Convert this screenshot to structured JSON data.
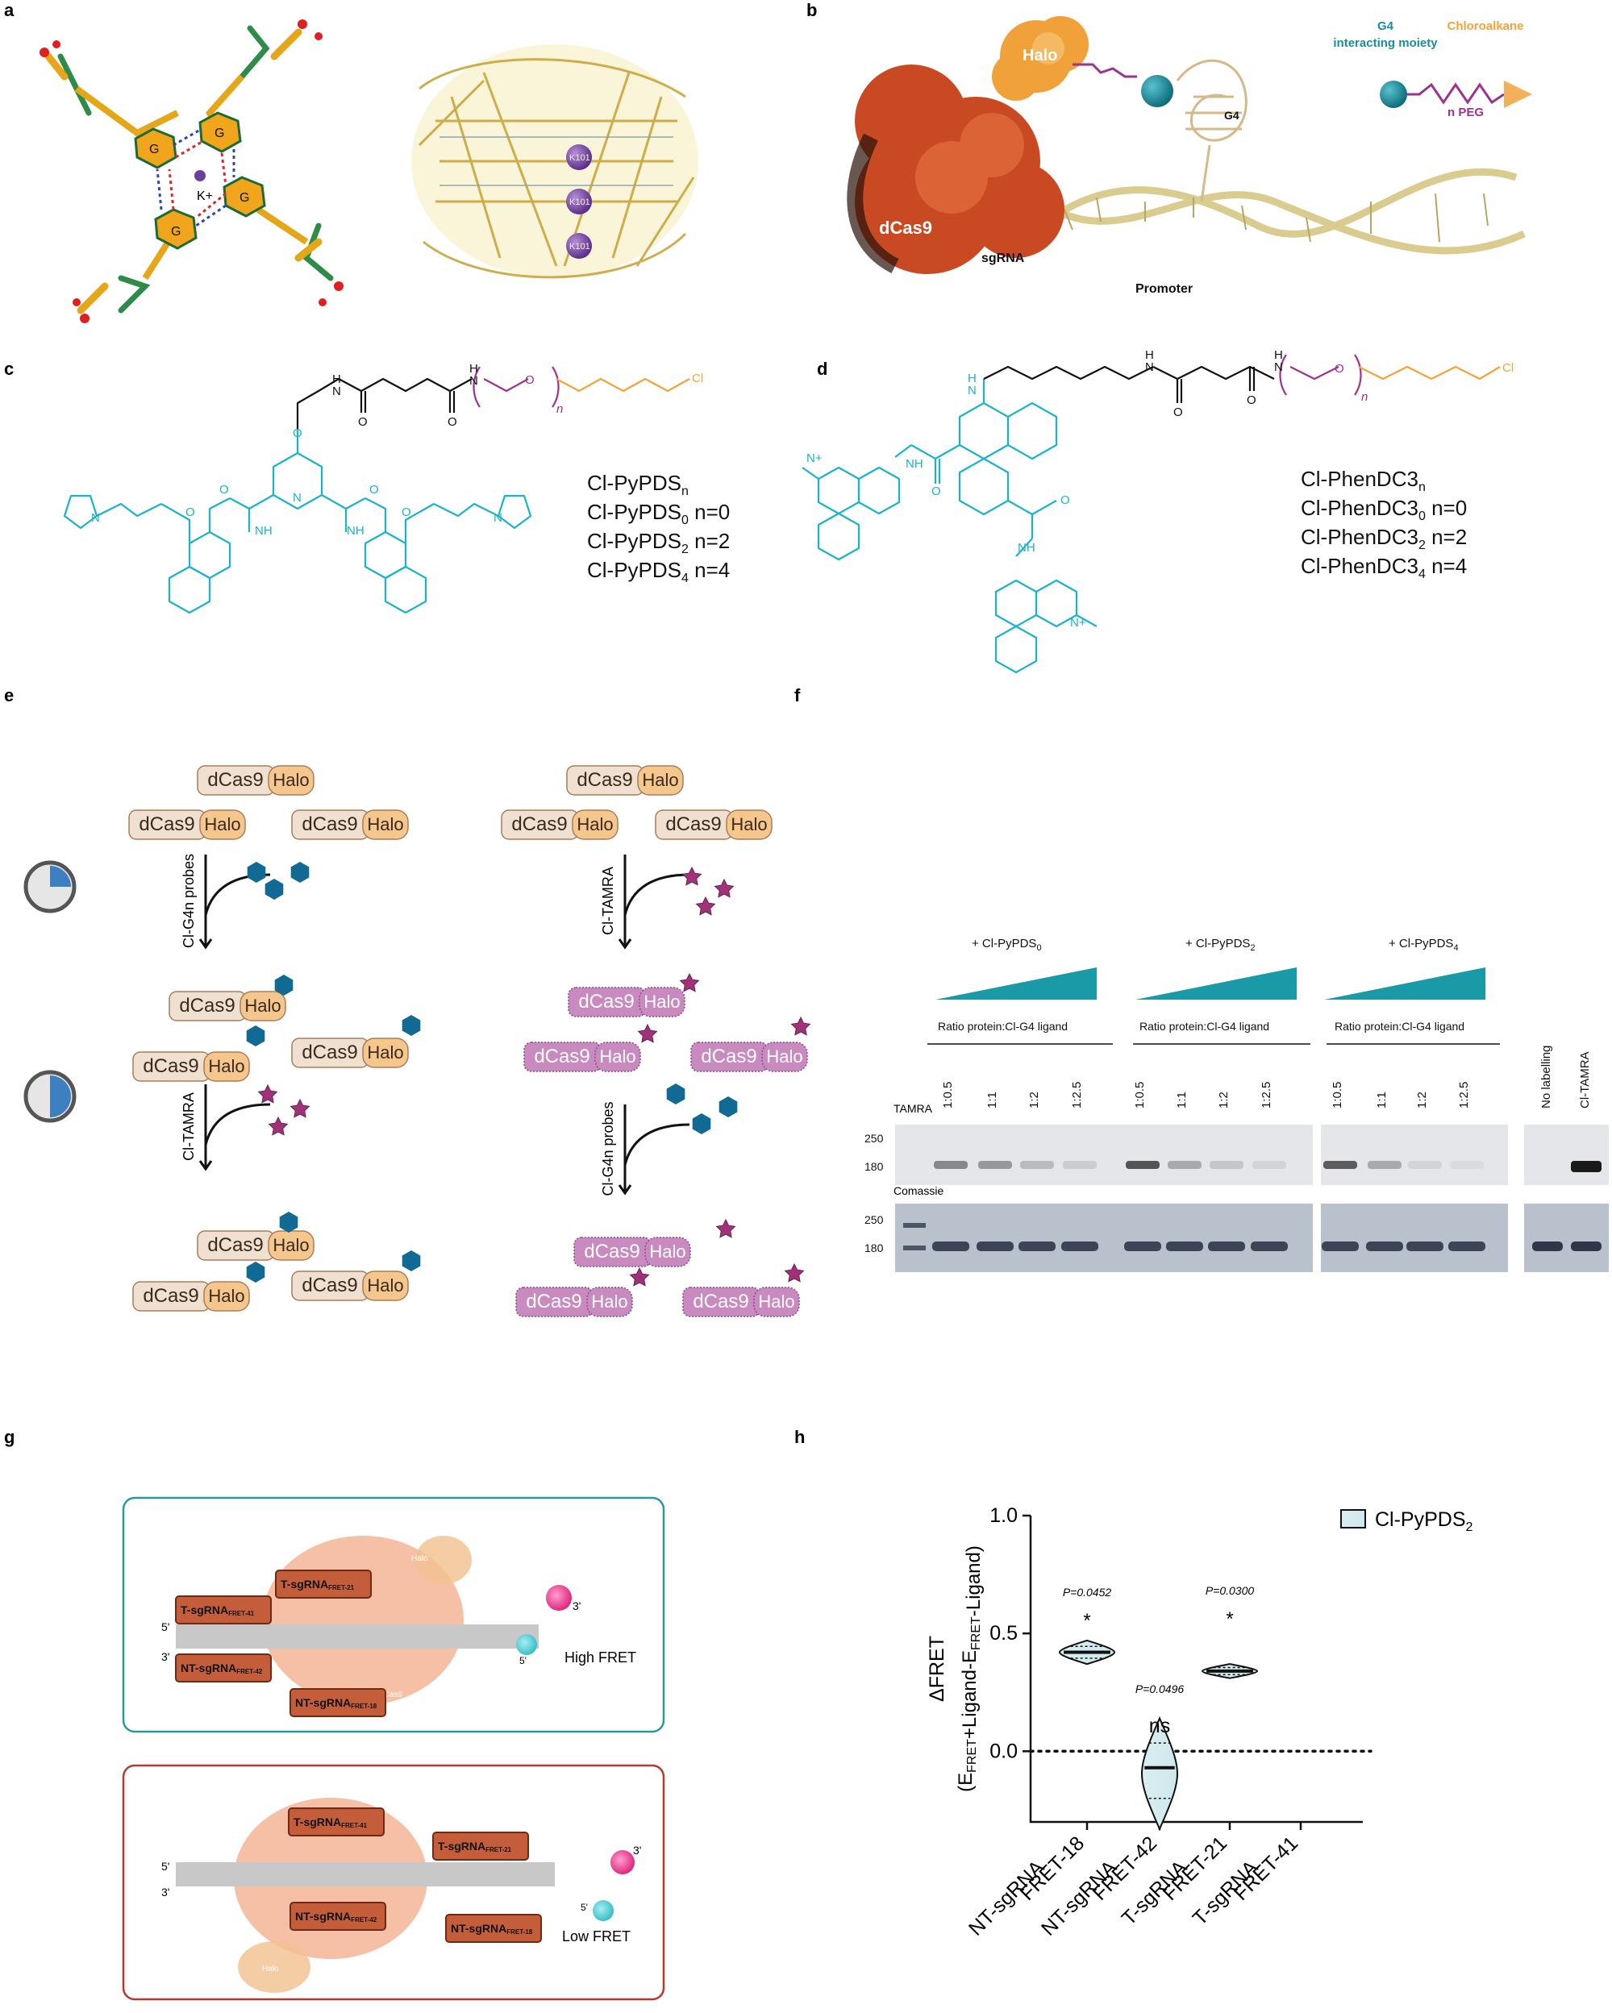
{
  "panels": {
    "a": "a",
    "b": "b",
    "c": "c",
    "d": "d",
    "e": "e",
    "f": "f",
    "g": "g",
    "h": "h"
  },
  "panel_a": {
    "base": "G",
    "ion": "K+",
    "k_label": "K101"
  },
  "panel_b": {
    "halo": "Halo",
    "dcas9": "dCas9",
    "sgrna": "sgRNA",
    "g4": "G4",
    "promoter": "Promoter",
    "legend_interacting_line1": "G4",
    "legend_interacting_line2": "interacting moiety",
    "legend_chloroalkane": "Chloroalkane",
    "legend_npeg": "n PEG",
    "colors": {
      "teal": "#1b8c9c",
      "orange": "#f2a33a",
      "purple": "#a0328f",
      "red_protein": "#d4471f"
    }
  },
  "panel_c": {
    "atoms": {
      "H": "H",
      "N": "N",
      "O": "O",
      "Cl": "Cl",
      "n": "n",
      "NH": "NH"
    },
    "names": [
      "Cl-PyPDSn",
      "Cl-PyPDS0 n=0",
      "Cl-PyPDS2 n=2",
      "Cl-PyPDS4 n=4"
    ],
    "name_base": "Cl-PyPDS",
    "subs": [
      "n",
      "0",
      "2",
      "4"
    ],
    "suffix": [
      "",
      " n=0",
      " n=2",
      " n=4"
    ]
  },
  "panel_d": {
    "name_base": "Cl-PhenDC3",
    "subs": [
      "n",
      "0",
      "2",
      "4"
    ],
    "suffix": [
      "",
      " n=0",
      " n=2",
      " n=4"
    ],
    "n_plus": "N+"
  },
  "panel_e": {
    "dcas9": "dCas9",
    "halo": "Halo",
    "probe_label": "Cl-G4n probes",
    "tamra_label": "Cl-TAMRA"
  },
  "panel_f": {
    "groups": [
      "+ Cl-PyPDS",
      "+ Cl-PyPDS",
      "+ Cl-PyPDS"
    ],
    "group_subs": [
      "0",
      "2",
      "4"
    ],
    "ratio_label": "Ratio protein:Cl-G4 ligand",
    "ratios": [
      "1:0.5",
      "1:1",
      "1:2",
      "1:2.5"
    ],
    "controls": [
      "No labelling",
      "Cl-TAMRA"
    ],
    "tamra": "TAMRA",
    "comassie": "Comassie",
    "mw": [
      "250",
      "180"
    ]
  },
  "panel_g": {
    "t41": "T-sgRNA",
    "t41_sub": "FRET-41",
    "t21": "T-sgRNA",
    "t21_sub": "FRET-21",
    "nt42": "NT-sgRNA",
    "nt42_sub": "FRET-42",
    "nt18": "NT-sgRNA",
    "nt18_sub": "FRET-18",
    "five": "5'",
    "three": "3'",
    "halo": "Halo",
    "dcas9": "dCas9",
    "high": "High FRET",
    "low": "Low FRET"
  },
  "chart_data": {
    "type": "violin",
    "ylabel_main": "ΔFRET",
    "ylabel_sub": "(E",
    "ylim": [
      -0.3,
      1.0
    ],
    "yticks": [
      "1.0",
      "0.5",
      "0.0"
    ],
    "categories": [
      "NT-sgRNA FRET-18",
      "NT-sgRNA FRET-42",
      "T-sgRNA FRET-21",
      "T-sgRNA FRET-41"
    ],
    "category_lines": [
      [
        "NT-sgRNA",
        "FRET-18"
      ],
      [
        "NT-sgRNA",
        "FRET-42"
      ],
      [
        "T-sgRNA",
        "FRET-21"
      ],
      [
        "T-sgRNA",
        "FRET-41"
      ]
    ],
    "series": [
      {
        "name": "Cl-PyPDS2",
        "medians": [
          0.42,
          -0.07,
          0.34,
          null
        ],
        "ranges": [
          [
            0.37,
            0.47
          ],
          [
            -0.33,
            0.14
          ],
          [
            0.31,
            0.37
          ],
          null
        ]
      }
    ],
    "pvalues": [
      "P=0.0452",
      "P=0.0496",
      "P=0.0300"
    ],
    "significance": [
      "*",
      "ns",
      "*"
    ],
    "legend_name": "Cl-PyPDS",
    "legend_sub": "2",
    "reference_line": 0.0,
    "legend_position": "top-right"
  }
}
